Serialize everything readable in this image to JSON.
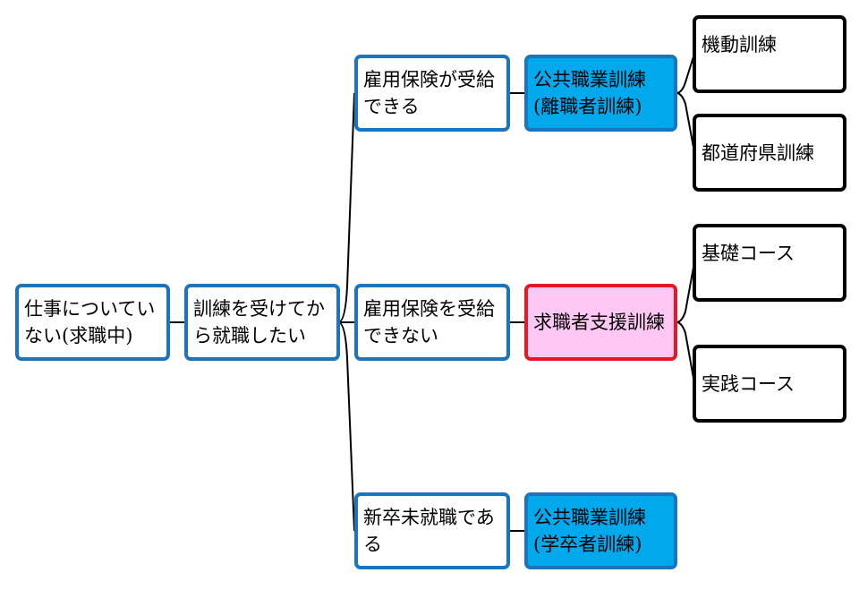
{
  "nodes": {
    "root": "仕事についていない(求職中)",
    "want_training": "訓練を受けてから就職したい",
    "insured": "雇用保険が受給できる",
    "not_insured": "雇用保険を受給できない",
    "new_grad": "新卒未就職である",
    "public_training_1": "公共職業訓練(離職者訓練)",
    "job_seeker_support": "求職者支援訓練",
    "public_training_2": "公共職業訓練(学卒者訓練)",
    "kikou": "機動訓練",
    "prefecture": "都道府県訓練",
    "basic": "基礎コース",
    "practical": "実践コース"
  },
  "colors": {
    "blue_border": "#1c75bc",
    "blue_fill": "#00a9ec",
    "red_border": "#e01b24",
    "pink_fill": "#ffc8f4",
    "black_border": "#000000"
  }
}
